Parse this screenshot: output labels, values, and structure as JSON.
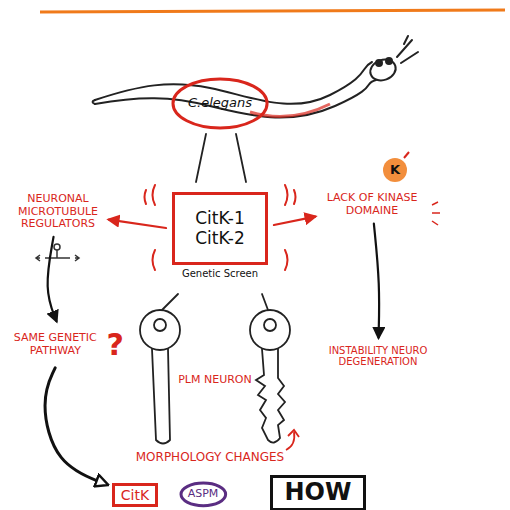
{
  "diagram": {
    "nodes": [
      {
        "text": [
          "C.elegans"
        ]
      },
      {
        "text": [
          "CitK-1 CitK-2",
          "Genetic Screen"
        ]
      },
      {
        "text": [
          "NEURONAL MICROTUBULE REGULATORS"
        ]
      },
      {
        "text": [
          "LACK OF KINASE DOMAINE"
        ]
      },
      {
        "text": [
          "SAME GENETIC PATHWAY",
          "?"
        ]
      },
      {
        "text": [
          "INSTABILITY NEURO DEGENERATION"
        ]
      },
      {
        "text": [
          "CitK"
        ]
      },
      {
        "text": [
          "ASPM"
        ]
      },
      {
        "text": [
          "HOW"
        ]
      }
    ],
    "edges": [
      {
        "from": 1,
        "to": 2,
        "arrow": "to"
      },
      {
        "from": 1,
        "to": 3,
        "arrow": "to"
      },
      {
        "from": 2,
        "to": 4,
        "arrow": "to"
      },
      {
        "from": 3,
        "to": 5,
        "arrow": "to"
      },
      {
        "from": 4,
        "to": 6,
        "arrow": "to"
      }
    ],
    "labels": [
      "PLM NEURON",
      "MORPHOLOGY CHANGES",
      "K"
    ]
  }
}
